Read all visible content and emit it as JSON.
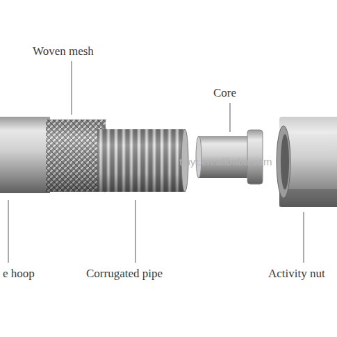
{
  "diagram": {
    "labels": [
      "Woven mesh",
      "Core",
      "e hoop",
      "Corrugated pipe",
      "Activity nut",
      "tinyt.en.alibaba.com"
    ]
  }
}
